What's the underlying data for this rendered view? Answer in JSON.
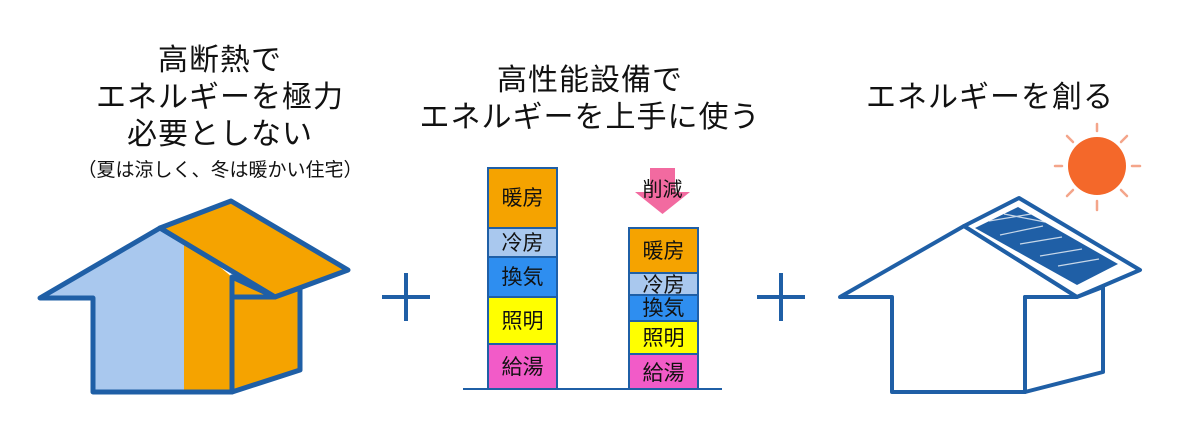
{
  "panel1": {
    "lines": [
      "高断熱で",
      "エネルギーを極力",
      "必要としない"
    ],
    "note": "（夏は涼しく、冬は暖かい住宅）"
  },
  "panel2": {
    "lines": [
      "高性能設備で",
      "エネルギーを上手に使う"
    ],
    "arrow_label": "削減",
    "before_stack": [
      "暖房",
      "冷房",
      "換気",
      "照明",
      "給湯"
    ],
    "after_stack": [
      "暖房",
      "冷房",
      "換気",
      "照明",
      "給湯"
    ]
  },
  "panel3": {
    "lines": [
      "エネルギーを創る"
    ]
  },
  "operators": [
    "＋",
    "＋"
  ],
  "colors": {
    "outline": "#1f5fa6",
    "heating": "#f5a300",
    "cooling": "#a9c8ee",
    "ventilation": "#2e8ef0",
    "lighting": "#ffff00",
    "hot_water": "#f25bc8",
    "arrow": "#f26aa0",
    "sun": "#f4682a",
    "sun_rays": "#f4a58a",
    "solar_panel": "#1f5fa6"
  }
}
